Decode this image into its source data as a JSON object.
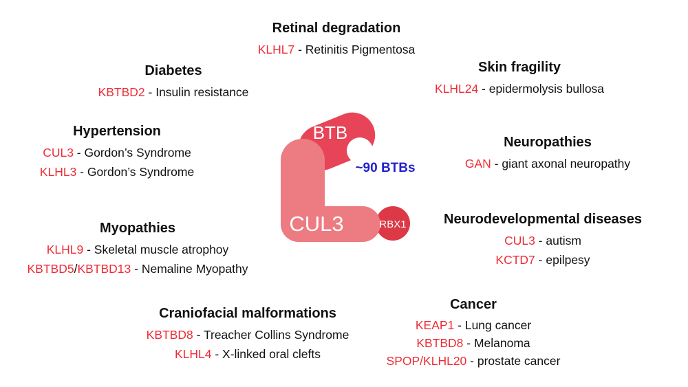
{
  "colors": {
    "text": "#111111",
    "gene": "#ee2c36",
    "btb": "#e84458",
    "cul3": "#ed7b82",
    "rbx1": "#dc3845",
    "btbs_note": "#2121cd"
  },
  "complex": {
    "btb_label": "BTB",
    "cul3_label": "CUL3",
    "rbx1_label": "RBX1",
    "btbs_note": "~90 BTBs"
  },
  "groups": [
    {
      "id": "retinal-degradation",
      "title": "Retinal degradation",
      "lines": [
        {
          "segments": [
            {
              "t": "KLHL7",
              "c": "gene"
            },
            {
              "t": " - Retinitis Pigmentosa",
              "c": "text"
            }
          ]
        }
      ]
    },
    {
      "id": "diabetes",
      "title": "Diabetes",
      "lines": [
        {
          "segments": [
            {
              "t": "KBTBD2",
              "c": "gene"
            },
            {
              "t": " - Insulin resistance",
              "c": "text"
            }
          ]
        }
      ]
    },
    {
      "id": "skin-fragility",
      "title": "Skin fragility",
      "lines": [
        {
          "segments": [
            {
              "t": "KLHL24",
              "c": "gene"
            },
            {
              "t": " - epidermolysis bullosa",
              "c": "text"
            }
          ]
        }
      ]
    },
    {
      "id": "hypertension",
      "title": "Hypertension",
      "lines": [
        {
          "segments": [
            {
              "t": "CUL3",
              "c": "gene"
            },
            {
              "t": " - Gordon’s Syndrome",
              "c": "text"
            }
          ]
        },
        {
          "segments": [
            {
              "t": "KLHL3",
              "c": "gene"
            },
            {
              "t": " - Gordon’s Syndrome",
              "c": "text"
            }
          ]
        }
      ]
    },
    {
      "id": "neuropathies",
      "title": "Neuropathies",
      "lines": [
        {
          "segments": [
            {
              "t": "GAN",
              "c": "gene"
            },
            {
              "t": " - giant axonal neuropathy",
              "c": "text"
            }
          ]
        }
      ]
    },
    {
      "id": "myopathies",
      "title": "Myopathies",
      "lines": [
        {
          "segments": [
            {
              "t": "KLHL9",
              "c": "gene"
            },
            {
              "t": " - Skeletal muscle atrophoy",
              "c": "text"
            }
          ]
        },
        {
          "segments": [
            {
              "t": "KBTBD5",
              "c": "gene"
            },
            {
              "t": "/",
              "c": "text"
            },
            {
              "t": "KBTBD13",
              "c": "gene"
            },
            {
              "t": " - Nemaline Myopathy",
              "c": "text"
            }
          ]
        }
      ]
    },
    {
      "id": "neurodevelopmental-diseases",
      "title": "Neurodevelopmental diseases",
      "lines": [
        {
          "segments": [
            {
              "t": "CUL3",
              "c": "gene"
            },
            {
              "t": " - autism",
              "c": "text"
            }
          ]
        },
        {
          "segments": [
            {
              "t": "KCTD7",
              "c": "gene"
            },
            {
              "t": " - epilpesy",
              "c": "text"
            }
          ]
        }
      ]
    },
    {
      "id": "craniofacial-malformations",
      "title": "Craniofacial malformations",
      "lines": [
        {
          "segments": [
            {
              "t": "KBTBD8",
              "c": "gene"
            },
            {
              "t": " - Treacher Collins Syndrome",
              "c": "text"
            }
          ]
        },
        {
          "segments": [
            {
              "t": "KLHL4",
              "c": "gene"
            },
            {
              "t": " - X-linked oral clefts",
              "c": "text"
            }
          ]
        }
      ]
    },
    {
      "id": "cancer",
      "title": "Cancer",
      "lines": [
        {
          "segments": [
            {
              "t": "KEAP1",
              "c": "gene"
            },
            {
              "t": " - Lung cancer",
              "c": "text"
            }
          ]
        },
        {
          "segments": [
            {
              "t": "KBTBD8",
              "c": "gene"
            },
            {
              "t": " - Melanoma",
              "c": "text"
            }
          ]
        },
        {
          "segments": [
            {
              "t": "SPOP/KLHL20",
              "c": "gene"
            },
            {
              "t": " - prostate cancer",
              "c": "text"
            }
          ]
        }
      ]
    }
  ]
}
